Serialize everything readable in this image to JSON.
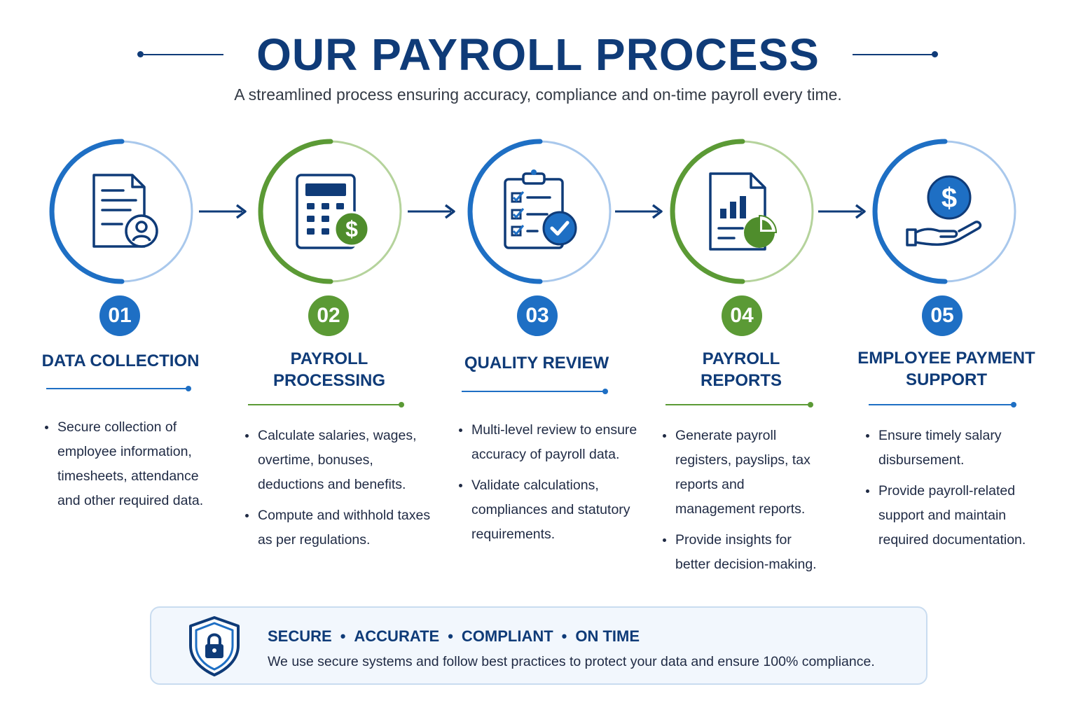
{
  "title": "OUR PAYROLL PROCESS",
  "subtitle": "A streamlined process ensuring accuracy, compliance and on-time payroll every time.",
  "colors": {
    "navy": "#0f3b78",
    "blue": "#1e6fc4",
    "green": "#5b9a35",
    "light_blue": "#8fb7e4",
    "light_green": "#a7c98a"
  },
  "steps": [
    {
      "number": "01",
      "title_line1": "DATA COLLECTION",
      "title_line2": "",
      "accent": "blue",
      "icon": "document-user-icon",
      "bullets": [
        "Secure collection of employee information, timesheets, attendance and other required data."
      ]
    },
    {
      "number": "02",
      "title_line1": "PAYROLL",
      "title_line2": "PROCESSING",
      "accent": "green",
      "icon": "calculator-dollar-icon",
      "bullets": [
        "Calculate salaries, wages, overtime, bonuses, deductions and benefits.",
        "Compute and withhold taxes as per regulations."
      ]
    },
    {
      "number": "03",
      "title_line1": "QUALITY REVIEW",
      "title_line2": "",
      "accent": "blue",
      "icon": "clipboard-check-icon",
      "bullets": [
        "Multi-level review to ensure accuracy of payroll data.",
        "Validate calculations, compliances and statutory requirements."
      ]
    },
    {
      "number": "04",
      "title_line1": "PAYROLL",
      "title_line2": "REPORTS",
      "accent": "green",
      "icon": "report-chart-icon",
      "bullets": [
        "Generate payroll registers, payslips, tax reports and management reports.",
        "Provide insights for better decision-making."
      ]
    },
    {
      "number": "05",
      "title_line1": "EMPLOYEE PAYMENT",
      "title_line2": "SUPPORT",
      "accent": "blue",
      "icon": "hand-dollar-icon",
      "bullets": [
        "Ensure timely salary disbursement.",
        "Provide payroll-related support and maintain required documentation."
      ]
    }
  ],
  "footer": {
    "tags": [
      "SECURE",
      "ACCURATE",
      "COMPLIANT",
      "ON TIME"
    ],
    "separator": "•",
    "text": "We use secure systems and follow best practices to protect your data and ensure 100% compliance.",
    "icon": "shield-lock-icon"
  }
}
